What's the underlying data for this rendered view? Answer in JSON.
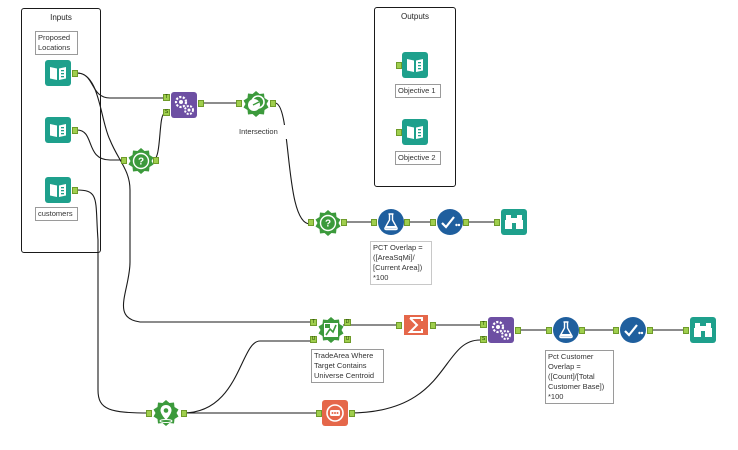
{
  "containers": {
    "inputs_title": "Inputs",
    "outputs_title": "Outputs"
  },
  "annotations": {
    "proposed_locations": [
      "Proposed",
      "Locations"
    ],
    "customers": "customers",
    "intersection": "Intersection",
    "objective1": "Objective 1",
    "objective2": "Objective 2",
    "pct_overlap": [
      "PCT Overlap =",
      "([AreaSqMi]/",
      "[Current Area])",
      "*100"
    ],
    "trade_area": [
      "TradeArea Where",
      "Target Contains",
      "Universe Centroid"
    ],
    "pct_customer": [
      "Pct Customer",
      "Overlap =",
      "([Count]/[Total",
      "Customer Base])",
      "*100"
    ]
  },
  "port_labels": {
    "T": "T",
    "U": "U",
    "D": "D"
  },
  "icons": {
    "input": "input-data-book-icon",
    "output": "output-data-book-icon",
    "append": "append-fields-gears-icon",
    "spatial_match": "spatial-match-question-icon",
    "spatial_process": "spatial-process-icon",
    "formula": "formula-flask-icon",
    "select": "select-check-icon",
    "browse": "browse-binoculars-icon",
    "summarize": "summarize-sigma-icon",
    "trade_area": "trade-area-icon",
    "create_points": "create-points-icon",
    "summarize_red": "join-summarize-red-icon"
  },
  "colors": {
    "input_teal": "#1ea08c",
    "spatial_green": "#3c9a3c",
    "append_purple": "#6d4fa3",
    "formula_blue": "#1f5f9e",
    "summarize_orange": "#e5674a",
    "connector": "#1a1a1a",
    "port_green": "#9fce4d"
  }
}
